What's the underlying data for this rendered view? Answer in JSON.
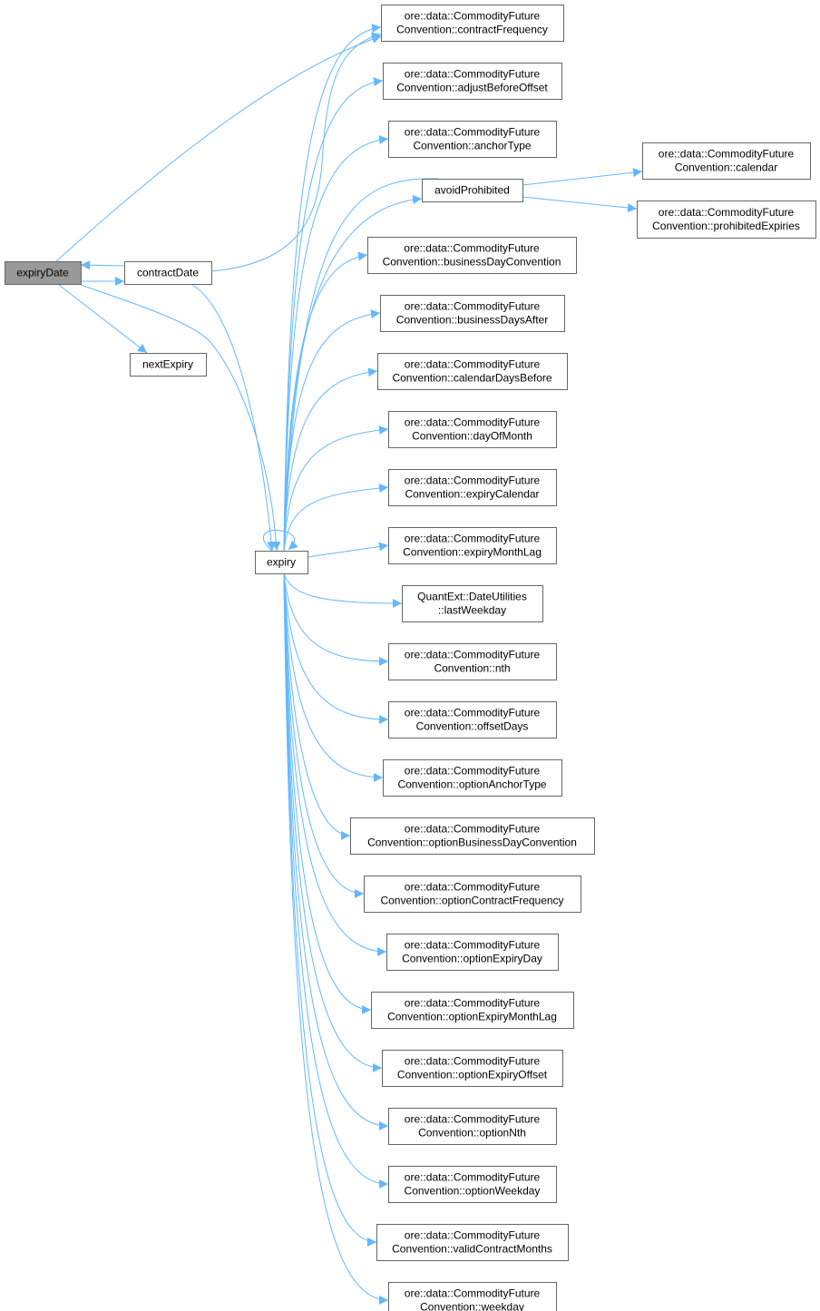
{
  "colors": {
    "edge": "#63b8ff",
    "current_node_fill": "#999999",
    "node_border": "#666666"
  },
  "nodes": [
    {
      "id": "expiryDate",
      "lines": [
        "expiryDate"
      ],
      "current": true
    },
    {
      "id": "contractDate",
      "lines": [
        "contractDate"
      ]
    },
    {
      "id": "nextExpiry",
      "lines": [
        "nextExpiry"
      ]
    },
    {
      "id": "expiry",
      "lines": [
        "expiry"
      ]
    },
    {
      "id": "avoidProhibited",
      "lines": [
        "avoidProhibited"
      ]
    },
    {
      "id": "calendar",
      "lines": [
        "ore::data::CommodityFuture",
        "Convention::calendar"
      ]
    },
    {
      "id": "prohibitedExpiries",
      "lines": [
        "ore::data::CommodityFuture",
        "Convention::prohibitedExpiries"
      ]
    },
    {
      "id": "contractFrequency",
      "lines": [
        "ore::data::CommodityFuture",
        "Convention::contractFrequency"
      ]
    },
    {
      "id": "adjustBeforeOffset",
      "lines": [
        "ore::data::CommodityFuture",
        "Convention::adjustBeforeOffset"
      ]
    },
    {
      "id": "anchorType",
      "lines": [
        "ore::data::CommodityFuture",
        "Convention::anchorType"
      ]
    },
    {
      "id": "businessDayConvention",
      "lines": [
        "ore::data::CommodityFuture",
        "Convention::businessDayConvention"
      ]
    },
    {
      "id": "businessDaysAfter",
      "lines": [
        "ore::data::CommodityFuture",
        "Convention::businessDaysAfter"
      ]
    },
    {
      "id": "calendarDaysBefore",
      "lines": [
        "ore::data::CommodityFuture",
        "Convention::calendarDaysBefore"
      ]
    },
    {
      "id": "dayOfMonth",
      "lines": [
        "ore::data::CommodityFuture",
        "Convention::dayOfMonth"
      ]
    },
    {
      "id": "expiryCalendar",
      "lines": [
        "ore::data::CommodityFuture",
        "Convention::expiryCalendar"
      ]
    },
    {
      "id": "expiryMonthLag",
      "lines": [
        "ore::data::CommodityFuture",
        "Convention::expiryMonthLag"
      ]
    },
    {
      "id": "lastWeekday",
      "lines": [
        "QuantExt::DateUtilities",
        "::lastWeekday"
      ]
    },
    {
      "id": "nth",
      "lines": [
        "ore::data::CommodityFuture",
        "Convention::nth"
      ]
    },
    {
      "id": "offsetDays",
      "lines": [
        "ore::data::CommodityFuture",
        "Convention::offsetDays"
      ]
    },
    {
      "id": "optionAnchorType",
      "lines": [
        "ore::data::CommodityFuture",
        "Convention::optionAnchorType"
      ]
    },
    {
      "id": "optionBusinessDayConvention",
      "lines": [
        "ore::data::CommodityFuture",
        "Convention::optionBusinessDayConvention"
      ]
    },
    {
      "id": "optionContractFrequency",
      "lines": [
        "ore::data::CommodityFuture",
        "Convention::optionContractFrequency"
      ]
    },
    {
      "id": "optionExpiryDay",
      "lines": [
        "ore::data::CommodityFuture",
        "Convention::optionExpiryDay"
      ]
    },
    {
      "id": "optionExpiryMonthLag",
      "lines": [
        "ore::data::CommodityFuture",
        "Convention::optionExpiryMonthLag"
      ]
    },
    {
      "id": "optionExpiryOffset",
      "lines": [
        "ore::data::CommodityFuture",
        "Convention::optionExpiryOffset"
      ]
    },
    {
      "id": "optionNth",
      "lines": [
        "ore::data::CommodityFuture",
        "Convention::optionNth"
      ]
    },
    {
      "id": "optionWeekday",
      "lines": [
        "ore::data::CommodityFuture",
        "Convention::optionWeekday"
      ]
    },
    {
      "id": "validContractMonths",
      "lines": [
        "ore::data::CommodityFuture",
        "Convention::validContractMonths"
      ]
    },
    {
      "id": "weekday",
      "lines": [
        "ore::data::CommodityFuture",
        "Convention::weekday"
      ]
    }
  ],
  "edges": [
    [
      "expiryDate",
      "contractFrequency"
    ],
    [
      "expiryDate",
      "contractDate"
    ],
    [
      "contractDate",
      "expiryDate"
    ],
    [
      "expiryDate",
      "nextExpiry"
    ],
    [
      "expiryDate",
      "expiry"
    ],
    [
      "contractDate",
      "contractFrequency"
    ],
    [
      "contractDate",
      "expiry"
    ],
    [
      "expiry",
      "expiry"
    ],
    [
      "expiry",
      "avoidProhibited"
    ],
    [
      "avoidProhibited",
      "calendar"
    ],
    [
      "avoidProhibited",
      "prohibitedExpiries"
    ],
    [
      "expiry",
      "contractFrequency"
    ],
    [
      "expiry",
      "adjustBeforeOffset"
    ],
    [
      "expiry",
      "anchorType"
    ],
    [
      "expiry",
      "businessDayConvention"
    ],
    [
      "expiry",
      "businessDaysAfter"
    ],
    [
      "expiry",
      "calendarDaysBefore"
    ],
    [
      "expiry",
      "dayOfMonth"
    ],
    [
      "expiry",
      "expiryCalendar"
    ],
    [
      "expiry",
      "expiryMonthLag"
    ],
    [
      "expiry",
      "lastWeekday"
    ],
    [
      "expiry",
      "nth"
    ],
    [
      "expiry",
      "offsetDays"
    ],
    [
      "expiry",
      "optionAnchorType"
    ],
    [
      "expiry",
      "optionBusinessDayConvention"
    ],
    [
      "expiry",
      "optionContractFrequency"
    ],
    [
      "expiry",
      "optionExpiryDay"
    ],
    [
      "expiry",
      "optionExpiryMonthLag"
    ],
    [
      "expiry",
      "optionExpiryOffset"
    ],
    [
      "expiry",
      "optionNth"
    ],
    [
      "expiry",
      "optionWeekday"
    ],
    [
      "expiry",
      "validContractMonths"
    ],
    [
      "expiry",
      "weekday"
    ]
  ]
}
